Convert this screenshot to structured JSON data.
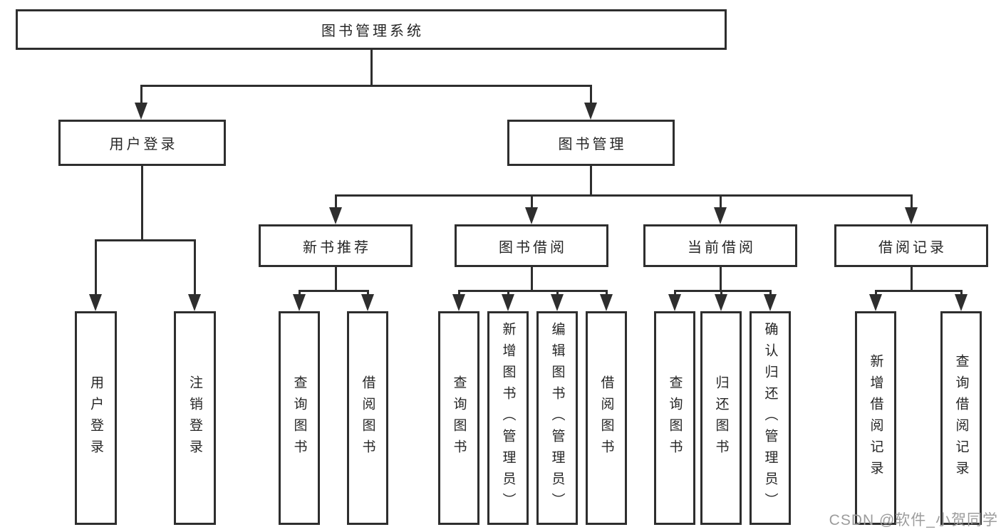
{
  "nodes": {
    "root": "图书管理系统",
    "user_login": "用户登录",
    "book_mgmt": "图书管理",
    "new_book_rec": "新书推荐",
    "book_borrow": "图书借阅",
    "current_borrow": "当前借阅",
    "borrow_records": "借阅记录"
  },
  "leaves": {
    "g1": [
      "用户登录",
      "注销登录"
    ],
    "g2": [
      "查询图书",
      "借阅图书"
    ],
    "g3": [
      "查询图书",
      "新增图书（管理员）",
      "编辑图书（管理员）",
      "借阅图书"
    ],
    "g4": [
      "查询图书",
      "归还图书",
      "确认归还（管理员）"
    ],
    "g5": [
      "新增借阅记录",
      "查询借阅记录"
    ]
  },
  "watermark": "CSDN @软件_小贺同学",
  "colors": {
    "line": "#2e2e2e",
    "text": "#262626",
    "watermark": "#9c9c9c",
    "background": "#ffffff"
  }
}
